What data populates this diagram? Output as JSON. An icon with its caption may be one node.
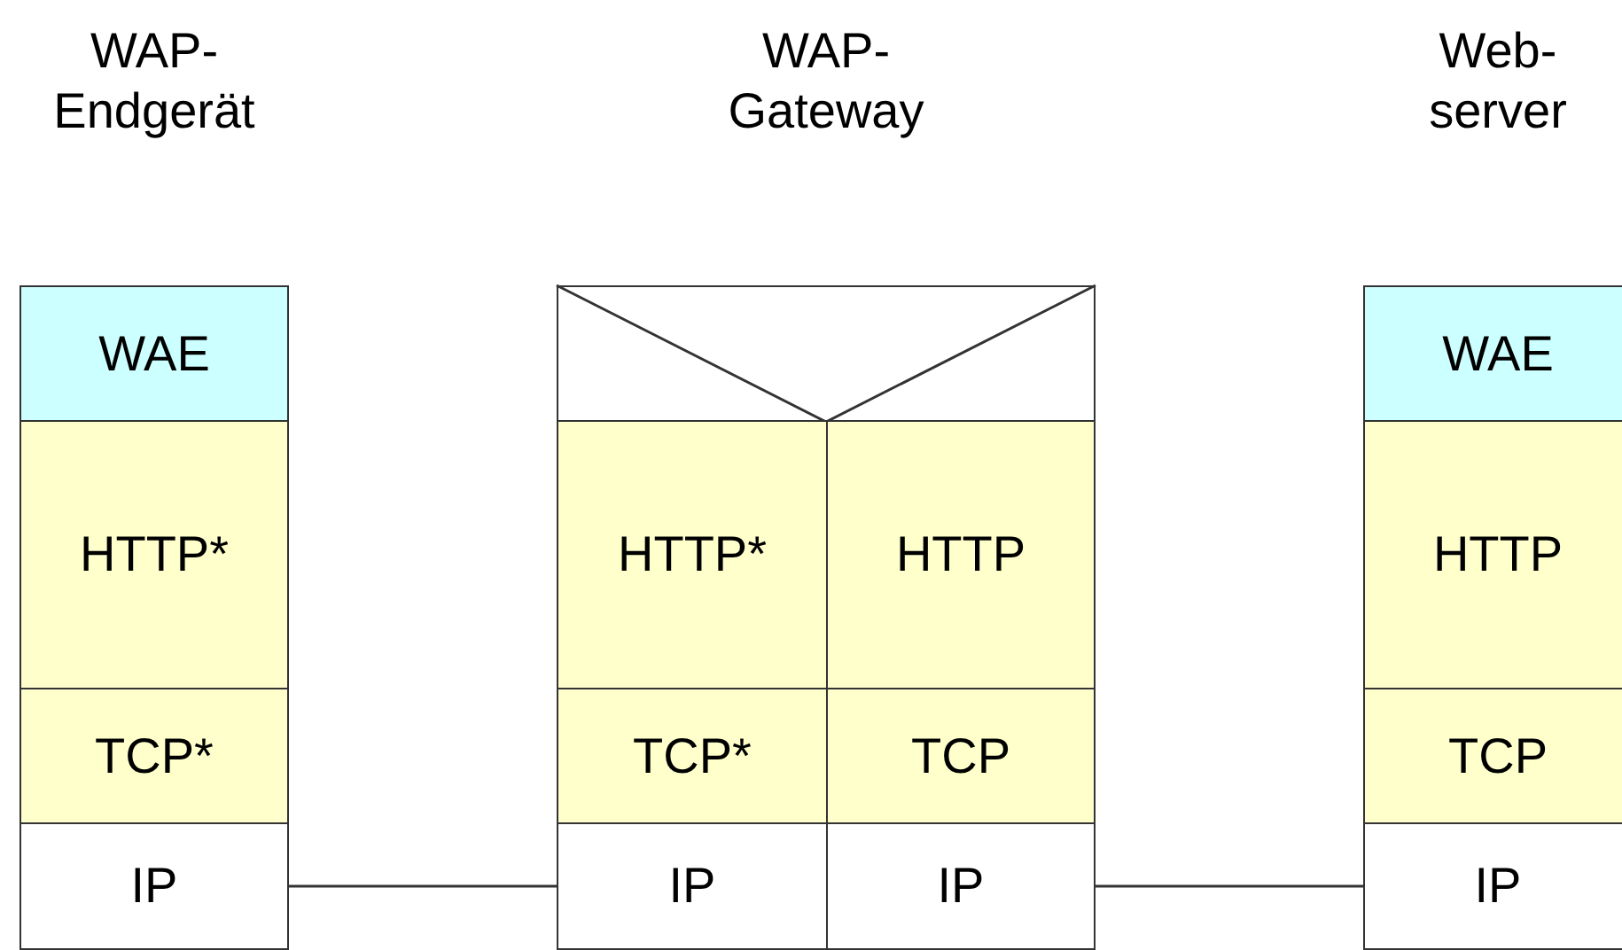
{
  "diagram": {
    "nodes": [
      {
        "text": [
          "WAE"
        ]
      },
      {
        "text": [
          "HTTP*"
        ]
      },
      {
        "text": [
          "TCP*"
        ]
      },
      {
        "text": [
          "IP"
        ]
      },
      {
        "text": [],
        "shape": "box"
      },
      {
        "text": [
          "HTTP*"
        ]
      },
      {
        "text": [
          "HTTP"
        ]
      },
      {
        "text": [
          "TCP*"
        ]
      },
      {
        "text": [
          "TCP"
        ]
      },
      {
        "text": [
          "IP"
        ]
      },
      {
        "text": [
          "IP"
        ]
      },
      {
        "text": [
          "WAE"
        ]
      },
      {
        "text": [
          "HTTP"
        ]
      },
      {
        "text": [
          "TCP"
        ]
      },
      {
        "text": [
          "IP"
        ]
      }
    ],
    "edges": [
      {
        "from": 3,
        "to": 9,
        "arrow": "none"
      },
      {
        "from": 10,
        "to": 14,
        "arrow": "none"
      }
    ],
    "labels": [
      "WAP- Endgerät",
      "WAP- Gateway",
      "Web- server"
    ]
  }
}
